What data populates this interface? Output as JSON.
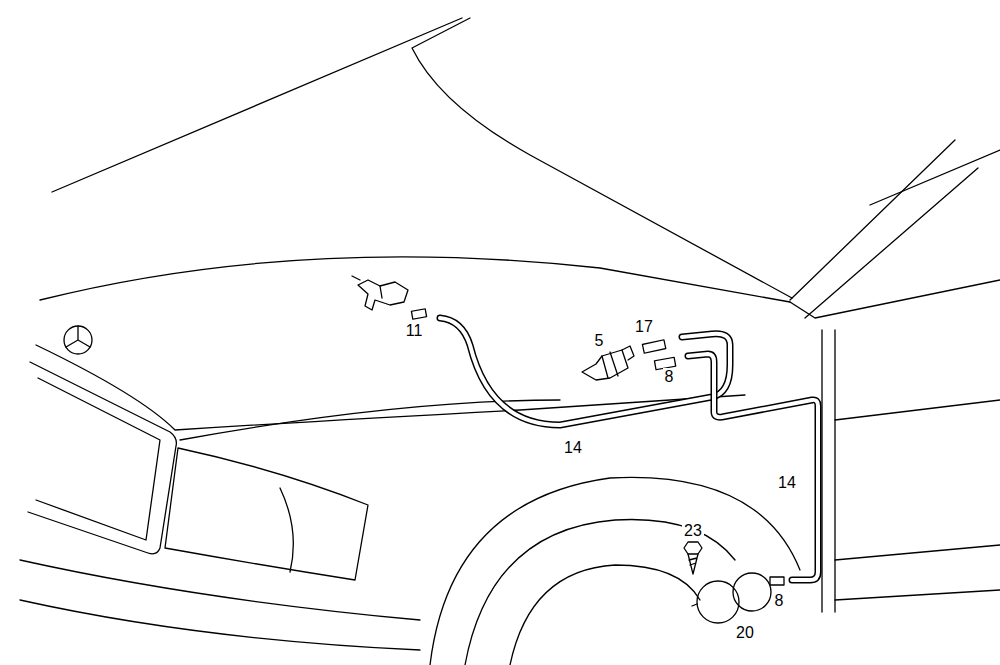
{
  "diagram": {
    "labels": [
      "11",
      "5",
      "17",
      "8",
      "14",
      "14",
      "23",
      "8",
      "20"
    ]
  }
}
